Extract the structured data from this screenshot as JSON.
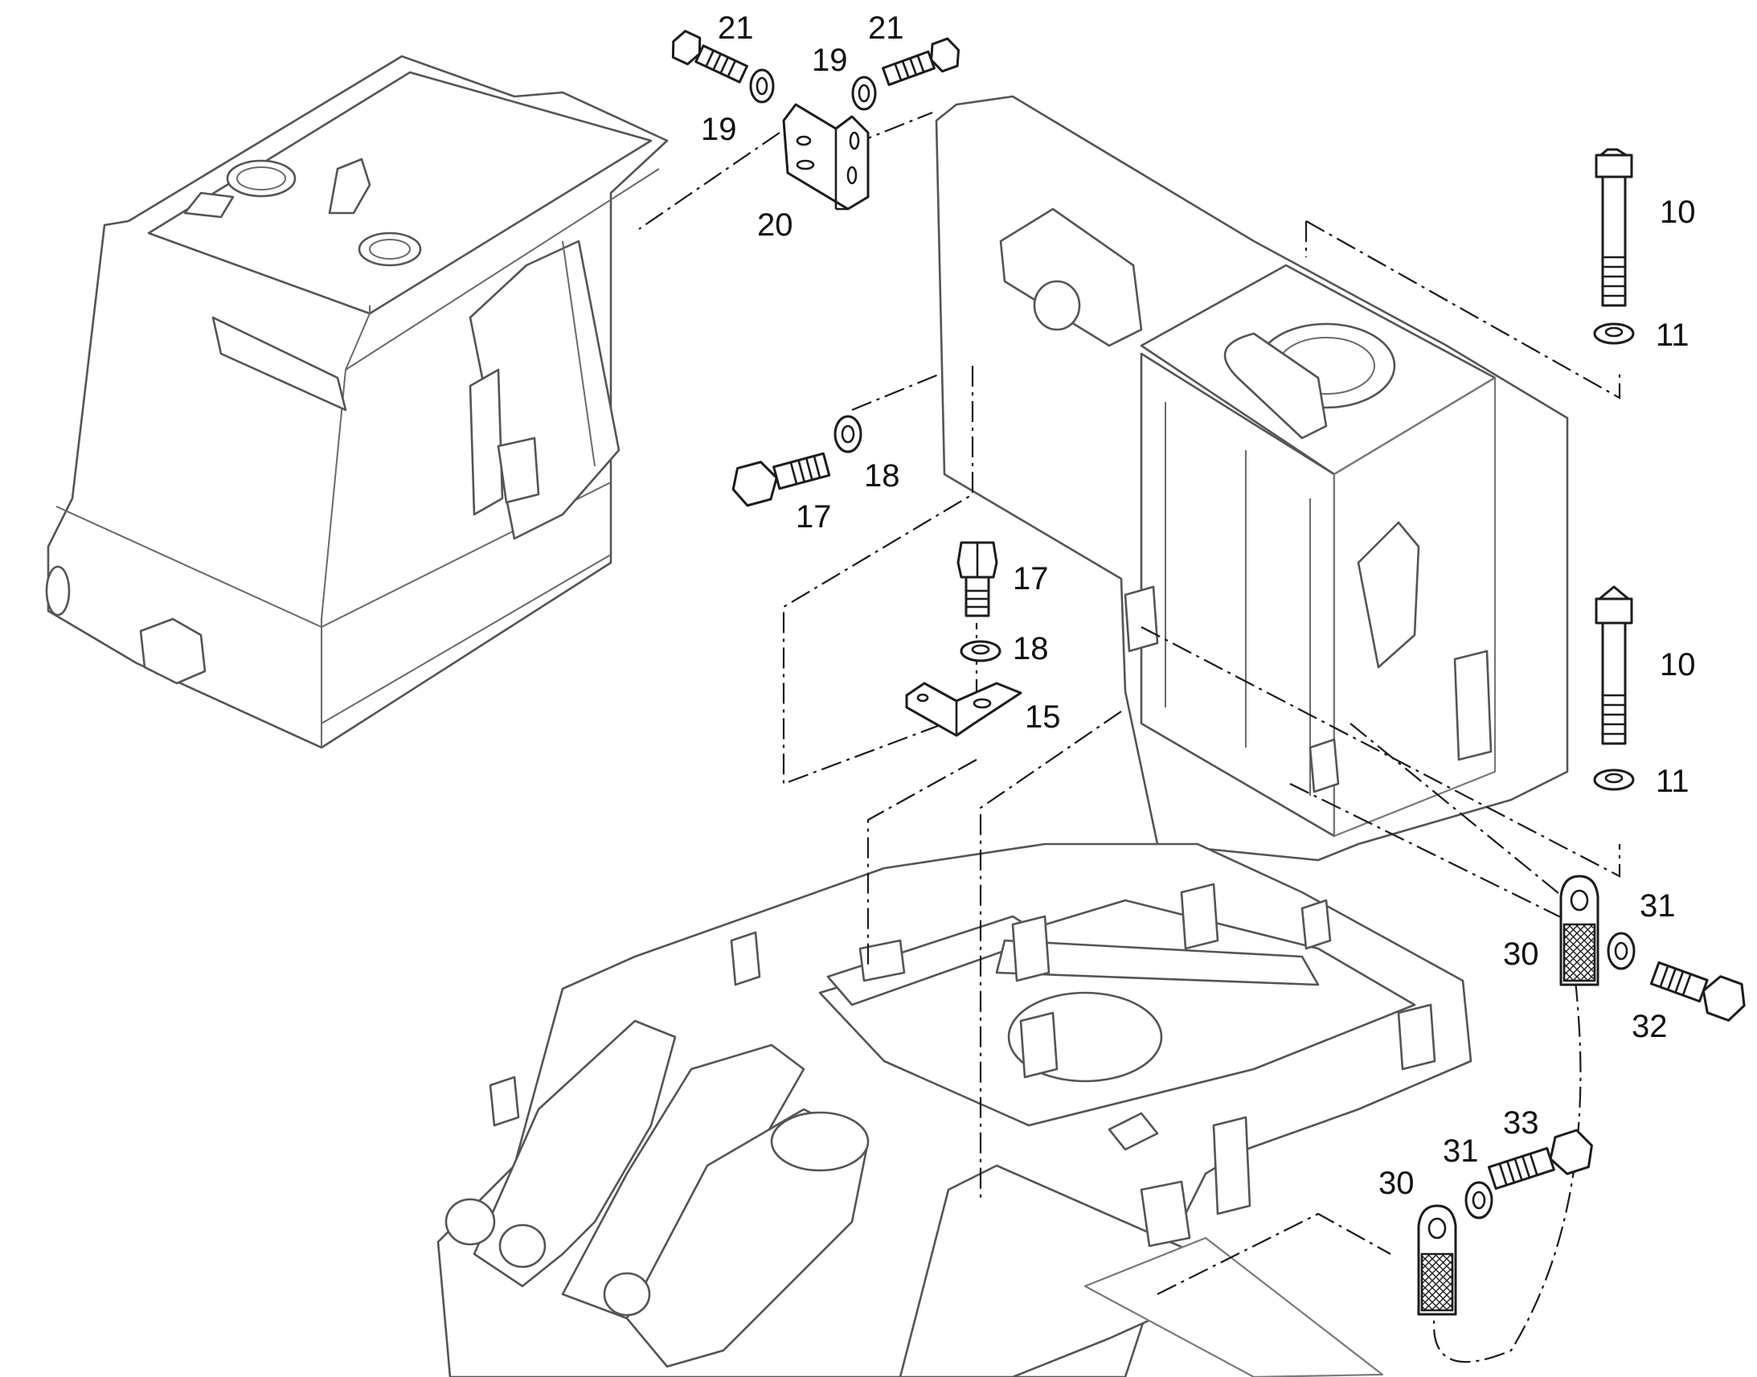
{
  "callouts": [
    {
      "id": "c21a",
      "label": "21"
    },
    {
      "id": "c21b",
      "label": "21"
    },
    {
      "id": "c19a",
      "label": "19"
    },
    {
      "id": "c19b",
      "label": "19"
    },
    {
      "id": "c20",
      "label": "20"
    },
    {
      "id": "c10a",
      "label": "10"
    },
    {
      "id": "c11a",
      "label": "11"
    },
    {
      "id": "c17a",
      "label": "17"
    },
    {
      "id": "c18a",
      "label": "18"
    },
    {
      "id": "c17b",
      "label": "17"
    },
    {
      "id": "c18b",
      "label": "18"
    },
    {
      "id": "c15",
      "label": "15"
    },
    {
      "id": "c10b",
      "label": "10"
    },
    {
      "id": "c11b",
      "label": "11"
    },
    {
      "id": "c31a",
      "label": "31"
    },
    {
      "id": "c30a",
      "label": "30"
    },
    {
      "id": "c32",
      "label": "32"
    },
    {
      "id": "c33",
      "label": "33"
    },
    {
      "id": "c31b",
      "label": "31"
    },
    {
      "id": "c30b",
      "label": "30"
    }
  ],
  "colors": {
    "line": "#555555",
    "hardware": "#1c1c1c",
    "background": "#ffffff"
  }
}
